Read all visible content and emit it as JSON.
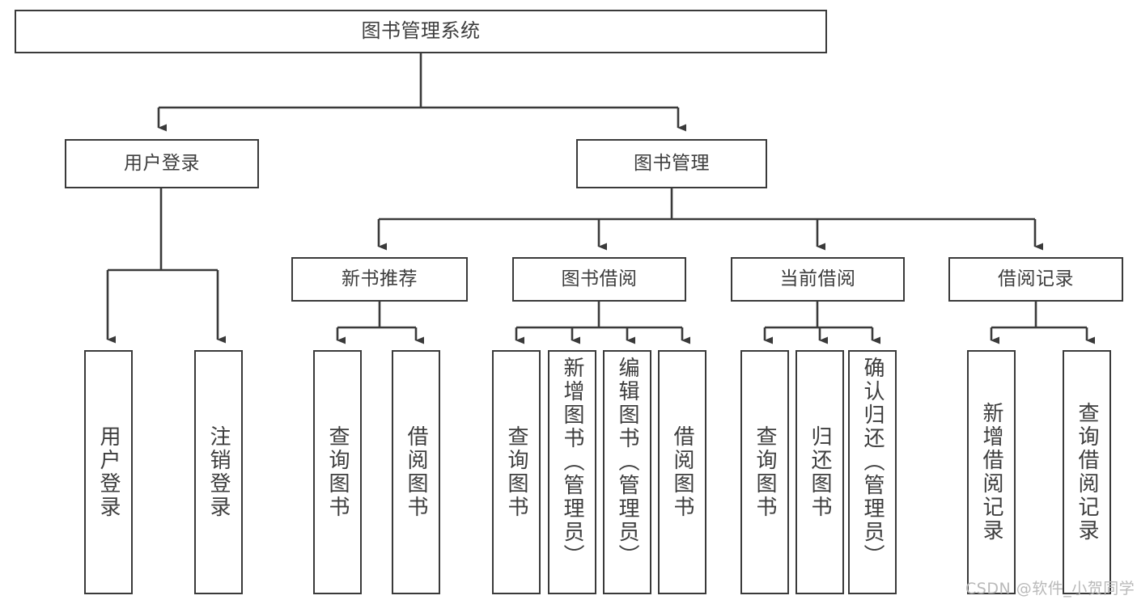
{
  "diagram": {
    "title": "图书管理系统",
    "type": "tree-hierarchy-chart",
    "root": {
      "id": "root",
      "label": "图书管理系统"
    },
    "level1": [
      {
        "id": "l1-user-login",
        "label": "用户登录"
      },
      {
        "id": "l1-book-manage",
        "label": "图书管理"
      }
    ],
    "level2": [
      {
        "id": "l2-new-book-rec",
        "label": "新书推荐",
        "parent": "l1-book-manage"
      },
      {
        "id": "l2-book-borrow",
        "label": "图书借阅",
        "parent": "l1-book-manage"
      },
      {
        "id": "l2-current-borrow",
        "label": "当前借阅",
        "parent": "l1-book-manage"
      },
      {
        "id": "l2-borrow-record",
        "label": "借阅记录",
        "parent": "l1-book-manage"
      }
    ],
    "leaves": [
      {
        "id": "leaf-user-login",
        "label": "用户登录",
        "parent": "l1-user-login"
      },
      {
        "id": "leaf-user-logout",
        "label": "注销登录",
        "parent": "l1-user-login"
      },
      {
        "id": "leaf-rec-query-book",
        "label": "查询图书",
        "parent": "l2-new-book-rec"
      },
      {
        "id": "leaf-rec-borrow-book",
        "label": "借阅图书",
        "parent": "l2-new-book-rec"
      },
      {
        "id": "leaf-borrow-query-book",
        "label": "查询图书",
        "parent": "l2-book-borrow"
      },
      {
        "id": "leaf-borrow-add-book",
        "label": "新增图书（管理员）",
        "parent": "l2-book-borrow"
      },
      {
        "id": "leaf-borrow-edit-book",
        "label": "编辑图书（管理员）",
        "parent": "l2-book-borrow"
      },
      {
        "id": "leaf-borrow-borrow-book",
        "label": "借阅图书",
        "parent": "l2-book-borrow"
      },
      {
        "id": "leaf-cur-query-book",
        "label": "查询图书",
        "parent": "l2-current-borrow"
      },
      {
        "id": "leaf-cur-return-book",
        "label": "归还图书",
        "parent": "l2-current-borrow"
      },
      {
        "id": "leaf-cur-confirm-return",
        "label": "确认归还（管理员）",
        "parent": "l2-current-borrow"
      },
      {
        "id": "leaf-rec-add-record",
        "label": "新增借阅记录",
        "parent": "l2-borrow-record"
      },
      {
        "id": "leaf-rec-query-record",
        "label": "查询借阅记录",
        "parent": "l2-borrow-record"
      }
    ]
  },
  "watermark": {
    "text": "CSDN @软件_小贺同学"
  },
  "colors": {
    "stroke": "#3a3a3a",
    "text": "#3d3d3d",
    "background": "#ffffff",
    "watermark": "#b9b9b9"
  }
}
